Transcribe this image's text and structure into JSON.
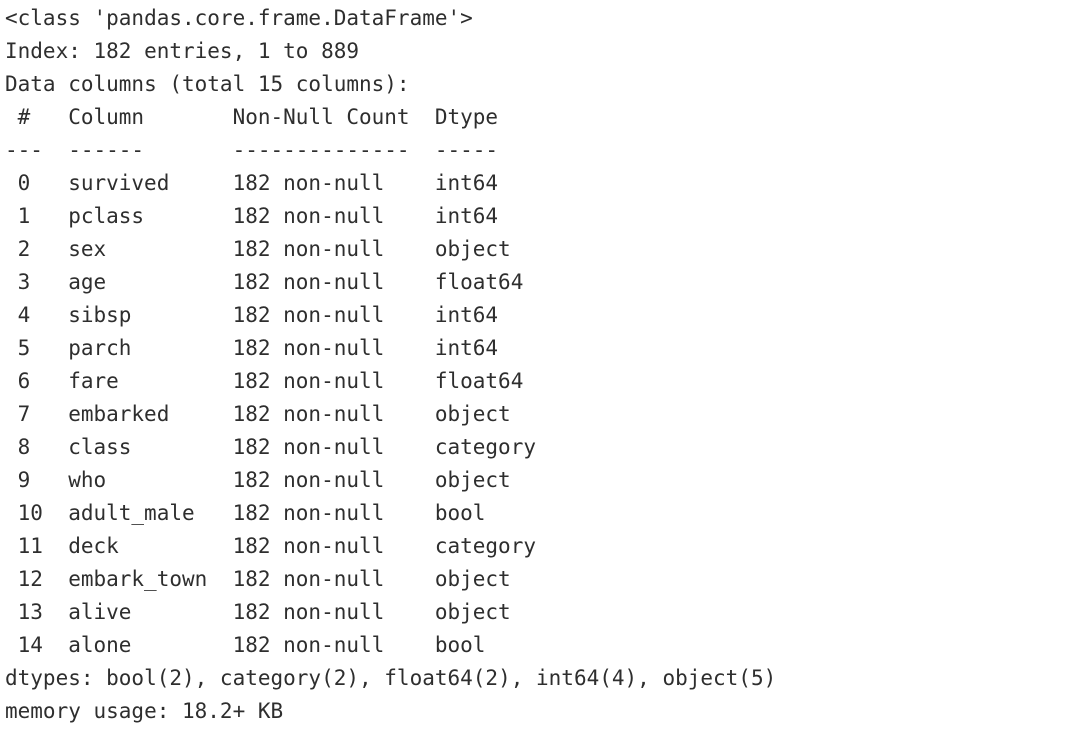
{
  "colors": {
    "background": "#ffffff",
    "text": "#2e2e2e"
  },
  "output": {
    "class_line": "<class 'pandas.core.frame.DataFrame'>",
    "index_line": "Index: 182 entries, 1 to 889",
    "data_columns_line": "Data columns (total 15 columns):",
    "dtypes_line": "dtypes: bool(2), category(2), float64(2), int64(4), object(5)",
    "memory_line": "memory usage: 18.2+ KB"
  },
  "table": {
    "headers": {
      "index": "#",
      "column": "Column",
      "non_null": "Non-Null Count",
      "dtype": "Dtype"
    },
    "separators": {
      "index": "---",
      "column": "------",
      "non_null": "--------------",
      "dtype": "-----"
    },
    "rows": [
      {
        "index": "0",
        "column": "survived",
        "non_null": "182 non-null",
        "dtype": "int64"
      },
      {
        "index": "1",
        "column": "pclass",
        "non_null": "182 non-null",
        "dtype": "int64"
      },
      {
        "index": "2",
        "column": "sex",
        "non_null": "182 non-null",
        "dtype": "object"
      },
      {
        "index": "3",
        "column": "age",
        "non_null": "182 non-null",
        "dtype": "float64"
      },
      {
        "index": "4",
        "column": "sibsp",
        "non_null": "182 non-null",
        "dtype": "int64"
      },
      {
        "index": "5",
        "column": "parch",
        "non_null": "182 non-null",
        "dtype": "int64"
      },
      {
        "index": "6",
        "column": "fare",
        "non_null": "182 non-null",
        "dtype": "float64"
      },
      {
        "index": "7",
        "column": "embarked",
        "non_null": "182 non-null",
        "dtype": "object"
      },
      {
        "index": "8",
        "column": "class",
        "non_null": "182 non-null",
        "dtype": "category"
      },
      {
        "index": "9",
        "column": "who",
        "non_null": "182 non-null",
        "dtype": "object"
      },
      {
        "index": "10",
        "column": "adult_male",
        "non_null": "182 non-null",
        "dtype": "bool"
      },
      {
        "index": "11",
        "column": "deck",
        "non_null": "182 non-null",
        "dtype": "category"
      },
      {
        "index": "12",
        "column": "embark_town",
        "non_null": "182 non-null",
        "dtype": "object"
      },
      {
        "index": "13",
        "column": "alive",
        "non_null": "182 non-null",
        "dtype": "object"
      },
      {
        "index": "14",
        "column": "alone",
        "non_null": "182 non-null",
        "dtype": "bool"
      }
    ]
  }
}
